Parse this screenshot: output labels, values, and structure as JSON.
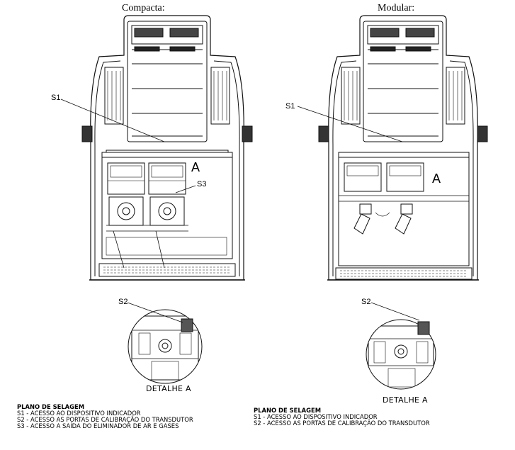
{
  "left": {
    "title": "Compacta:",
    "callouts": {
      "s1": "S1",
      "s2": "S2",
      "s3": "S3",
      "a": "A"
    },
    "detail_label": "DETALHE A",
    "legend": {
      "heading": "PLANO DE SELAGEM",
      "items": [
        "S1 - ACESSO AO DISPOSITIVO INDICADOR",
        "S2 - ACESSO AS PORTAS DE CALIBRAÇÃO DO TRANSDUTOR",
        "S3 - ACESSO A SAÍDA DO ELIMINADOR DE AR E GASES"
      ]
    }
  },
  "right": {
    "title": "Modular:",
    "callouts": {
      "s1": "S1",
      "s2": "S2",
      "a": "A"
    },
    "detail_label": "DETALHE A",
    "legend": {
      "heading": "PLANO DE SELAGEM",
      "items": [
        "S1 - ACESSO AO DISPOSITIVO INDICADOR",
        "S2 - ACESSO AS PORTAS DE CALIBRAÇÃO DO TRANSDUTOR"
      ]
    }
  }
}
